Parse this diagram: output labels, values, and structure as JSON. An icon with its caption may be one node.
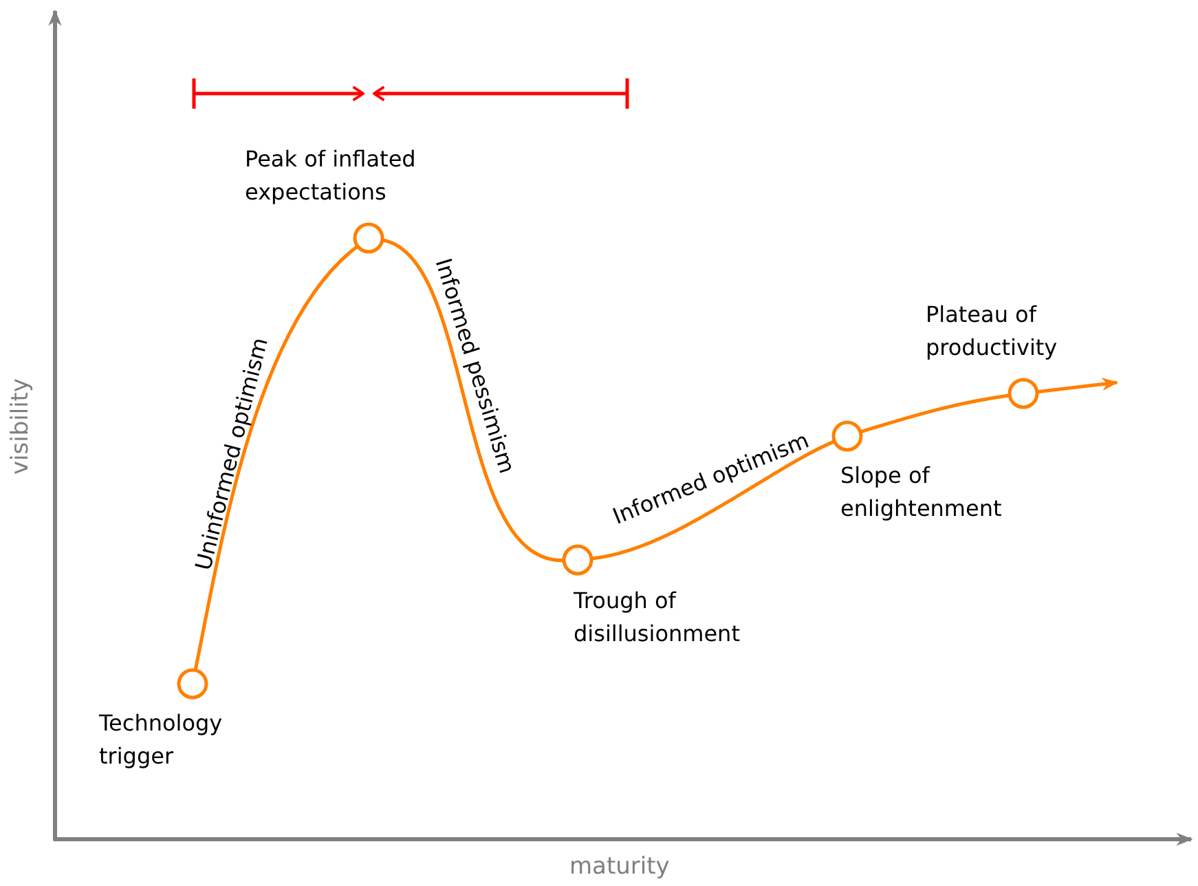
{
  "diagram": {
    "nodes": [
      {
        "text": [
          "Technology trigger"
        ]
      },
      {
        "text": [
          "Peak of inflated expectations"
        ]
      },
      {
        "text": [
          "Trough of disillusionment"
        ]
      },
      {
        "text": [
          "Slope of enlightenment"
        ]
      },
      {
        "text": [
          "Plateau of productivity"
        ]
      }
    ],
    "edges": [
      {
        "from": 0,
        "to": 1,
        "arrow": "none",
        "label": "Uninformed optimism"
      },
      {
        "from": 1,
        "to": 2,
        "arrow": "none",
        "label": "Informed pessimism"
      },
      {
        "from": 2,
        "to": 3,
        "arrow": "none",
        "label": "Informed optimism"
      },
      {
        "from": 3,
        "to": 4,
        "arrow": "none"
      },
      {
        "from": 4,
        "to": null,
        "arrow": "to"
      }
    ],
    "labels": [
      "visibility",
      "maturity"
    ]
  }
}
